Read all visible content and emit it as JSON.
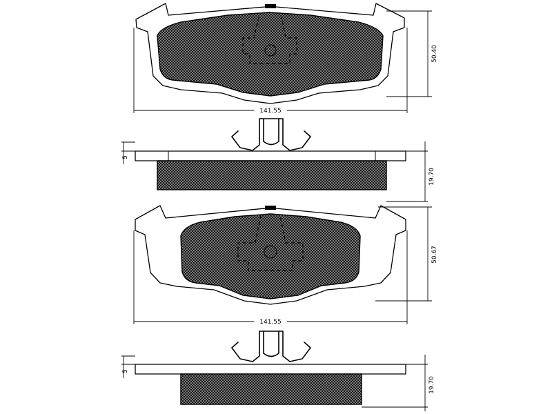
{
  "dimensions": {
    "pad1_height": "50.40",
    "pad1_width": "141.55",
    "pad1_edge_thickness": "5",
    "pad1_total_thickness": "19.70",
    "pad2_height": "50.67",
    "pad2_width": "141.55",
    "pad2_edge_thickness": "5",
    "pad2_total_thickness": "19.70"
  }
}
